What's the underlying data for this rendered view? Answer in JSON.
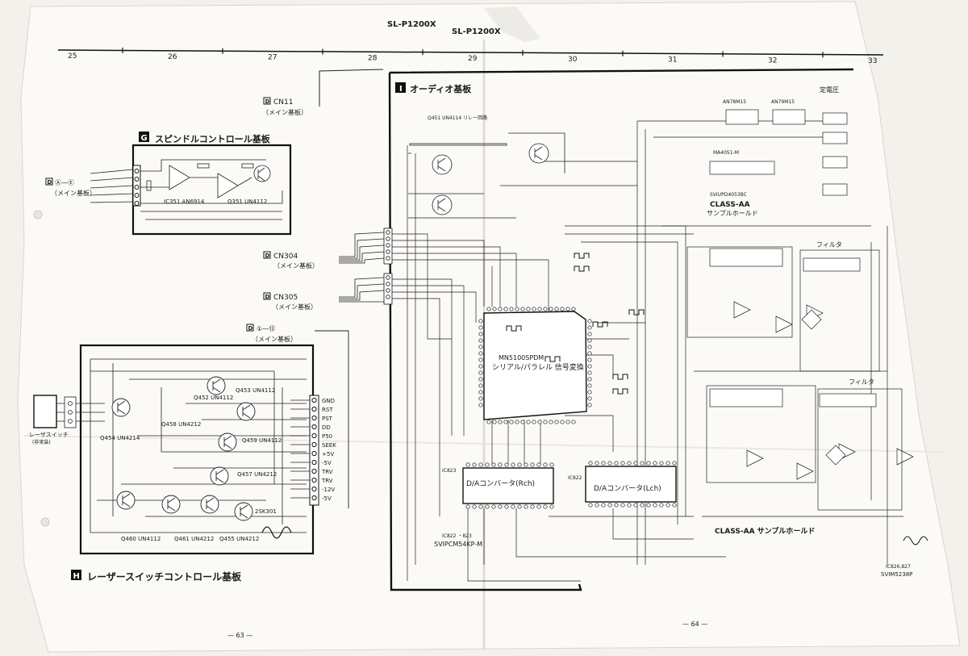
{
  "header": {
    "model_a": "SL-P1200X",
    "model_b": "SL-P1200X",
    "grid_numbers": [
      "25",
      "26",
      "27",
      "28",
      "29",
      "30",
      "31",
      "32",
      "33"
    ]
  },
  "connectors_left": {
    "cn11": {
      "label": "CN11",
      "sub": "（メイン基板）"
    },
    "a_e": {
      "label": "Ⓐ—Ⓔ",
      "sub": "（メイン基板）"
    },
    "cn304": {
      "label": "CN304",
      "sub": "（メイン基板）"
    },
    "cn305": {
      "label": "CN305",
      "sub": "（メイン基板）"
    },
    "one_twelve": {
      "label": "①—⑫",
      "sub": "（メイン基板）"
    },
    "d_marker": "D"
  },
  "board_g": {
    "letter": "G",
    "title": "スピンドルコントロール基板",
    "ic1": "IC351 AN6914",
    "ic2": "Q351 UN4112"
  },
  "board_h": {
    "letter": "H",
    "title": "レーザースイッチコントロール基板",
    "switch_label": "レーザスイッチ",
    "switch_sub": "(非実装)",
    "parts": {
      "q454": "Q454 UN4214",
      "q458": "Q458 UN4212",
      "q452": "Q452 UN4112",
      "q453": "Q453 UN4112",
      "q459": "Q459 UN4112",
      "q457": "Q457 UN4212",
      "q460": "Q460 UN4112",
      "q461": "Q461 UN4212",
      "q455": "Q455 UN4212",
      "fet": "2SK301"
    },
    "pins": [
      "GND",
      "RST",
      "PST",
      "DD",
      "P50",
      "SEEK",
      "+5V",
      "-5V",
      "TRV",
      "TRV",
      "-12V",
      "-5V"
    ]
  },
  "board_i": {
    "letter": "I",
    "title": "オーディオ基板",
    "relay": "Q451 UN4114 リレー回路",
    "main_ic": "MN5100SPDM",
    "main_ic_desc": "シリアル/パラレル 信号変換",
    "ic822": "IC822 ・823",
    "ic822_part": "SVIPCM54KP-M",
    "dac_r": "D/Aコンバータ(Rch)",
    "dac_l": "D/Aコンバータ(Lch)",
    "ic823": "IC823",
    "ic822b": "IC822",
    "class_aa_top": "CLASS-AA",
    "sample_hold_top": "サンプルホールド",
    "class_aa_bottom": "CLASS-AA サンプルホールド",
    "filter_top": "フィルタ",
    "filter_bottom": "フィルタ",
    "regulator": "定電圧",
    "ic_an78m15a": "AN78M15",
    "ic_an79m15": "AN79M15",
    "ic_ma4051": "MA4051-M",
    "ic_svi": "SVIUPD4053BC",
    "ic_svim": "SVIM5238P",
    "ic_svim_ref": "IC826,827"
  },
  "footer": {
    "page_left": "— 63 —",
    "page_right": "— 64 —"
  }
}
